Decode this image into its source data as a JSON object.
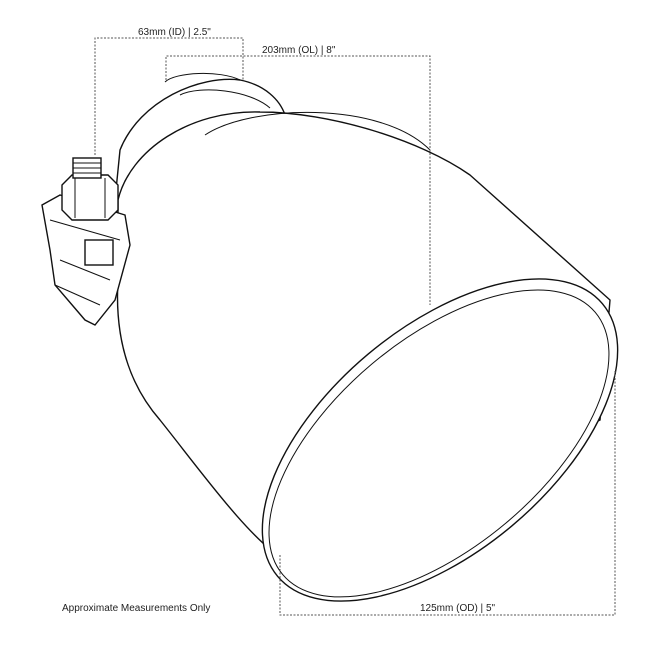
{
  "labels": {
    "inner_diameter": "63mm (ID) | 2.5\"",
    "overall_length": "203mm (OL) | 8\"",
    "outer_diameter": "125mm (OD) | 5\"",
    "note": "Approximate Measurements Only"
  }
}
